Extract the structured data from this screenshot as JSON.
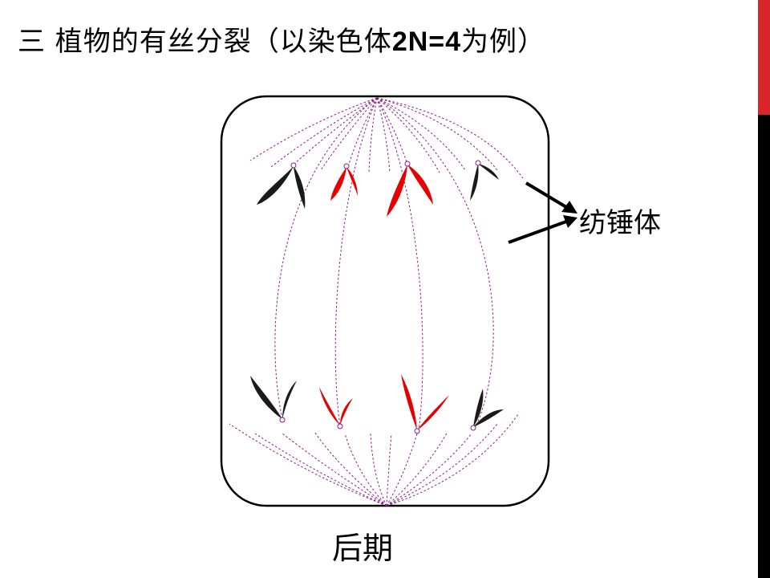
{
  "slide": {
    "title_prefix": "三 植物的有丝分裂（以染色体",
    "title_formula": "2N=4",
    "title_suffix": "为例）",
    "spindle_label": "纺锤体",
    "stage_label": "后期"
  },
  "colors": {
    "accent_red": "#d9262b",
    "chromosome_red": "#e60000",
    "chromosome_black": "#1a1a1a",
    "spindle_fiber": "#8a1a8a",
    "cell_wall": "#000000"
  }
}
